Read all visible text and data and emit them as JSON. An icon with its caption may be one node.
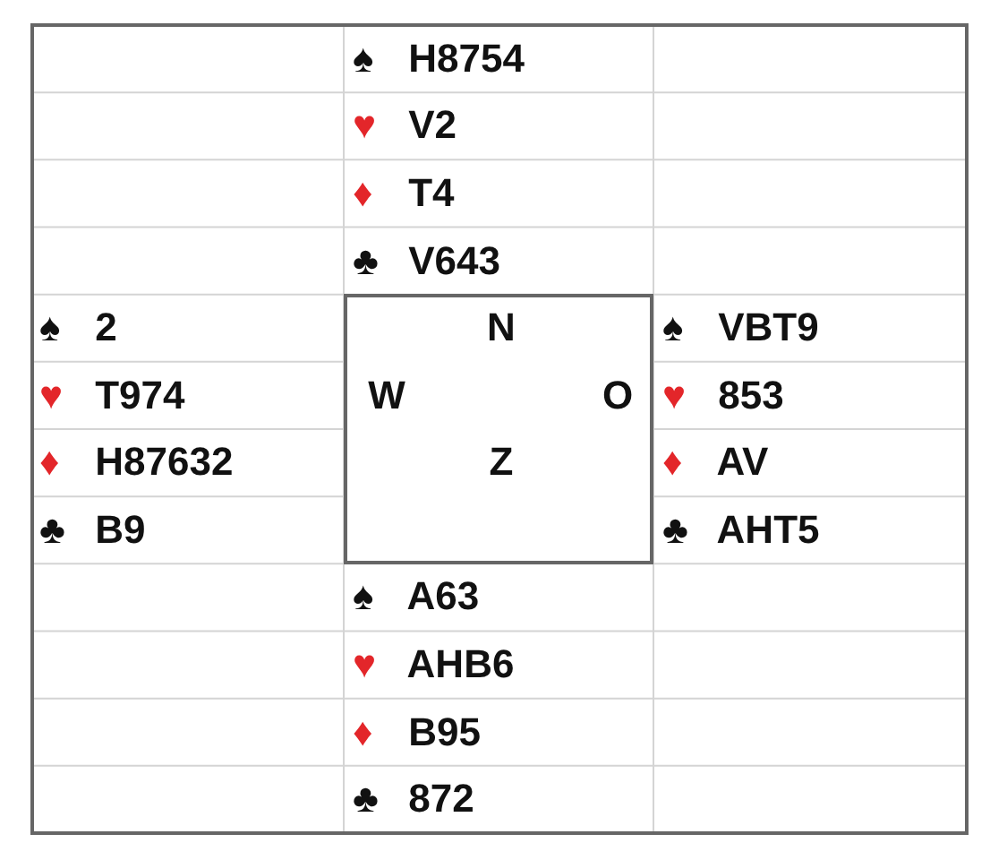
{
  "diagram": {
    "nodes": [
      {
        "text": [
          "N",
          "W",
          "O",
          "Z"
        ]
      }
    ],
    "labels": [
      "♠ H8754",
      "♥ V2",
      "♦ T4",
      "♣ V643",
      "♠ 2",
      "♠ VBT9",
      "♥ T974",
      "♥ 853",
      "♦ H87632",
      "♦ AV",
      "♣ B9",
      "♣ AHT5",
      "♠ A63",
      "♥ AHB6",
      "♦ B95",
      "♣ 872"
    ]
  }
}
